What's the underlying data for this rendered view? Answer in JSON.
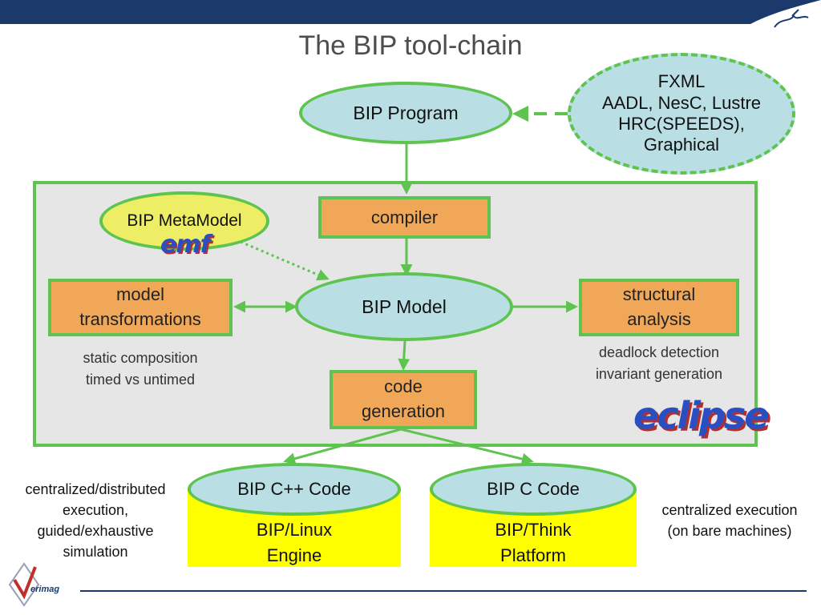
{
  "title": "The BIP tool-chain",
  "nodes": {
    "bip_program": "BIP Program",
    "external_formats": [
      "FXML",
      "AADL, NesC, Lustre",
      "HRC(SPEEDS),",
      "Graphical"
    ],
    "bip_metamodel": "BIP MetaModel",
    "emf_logo": "emf",
    "compiler": "compiler",
    "bip_model": "BIP Model",
    "model_transformations": [
      "model",
      "transformations"
    ],
    "structural_analysis": [
      "structural",
      "analysis"
    ],
    "code_generation": [
      "code",
      "generation"
    ],
    "eclipse_logo": "eclipse",
    "bip_cpp_code": "BIP C++ Code",
    "bip_c_code": "BIP C Code",
    "linux_engine": [
      "BIP/Linux",
      "Engine"
    ],
    "think_platform": [
      "BIP/Think",
      "Platform"
    ]
  },
  "notes": {
    "transformations": [
      "static composition",
      "timed vs untimed"
    ],
    "analysis": [
      "deadlock detection",
      "invariant generation"
    ],
    "cpp_execution": [
      "centralized/distributed",
      "execution,",
      "guided/exhaustive",
      "simulation"
    ],
    "c_execution": [
      "centralized execution",
      "(on bare machines)"
    ]
  },
  "logos": {
    "verimag": "erimag"
  },
  "colors": {
    "banner": "#1b3a6b",
    "arrow_green": "#5ec44f",
    "box_orange": "#f0a858",
    "ellipse_blue": "#b9dfe5",
    "metamodel_yellow": "#eeee66",
    "engine_yellow": "#ffff00",
    "environment_gray": "#e6e6e6"
  }
}
